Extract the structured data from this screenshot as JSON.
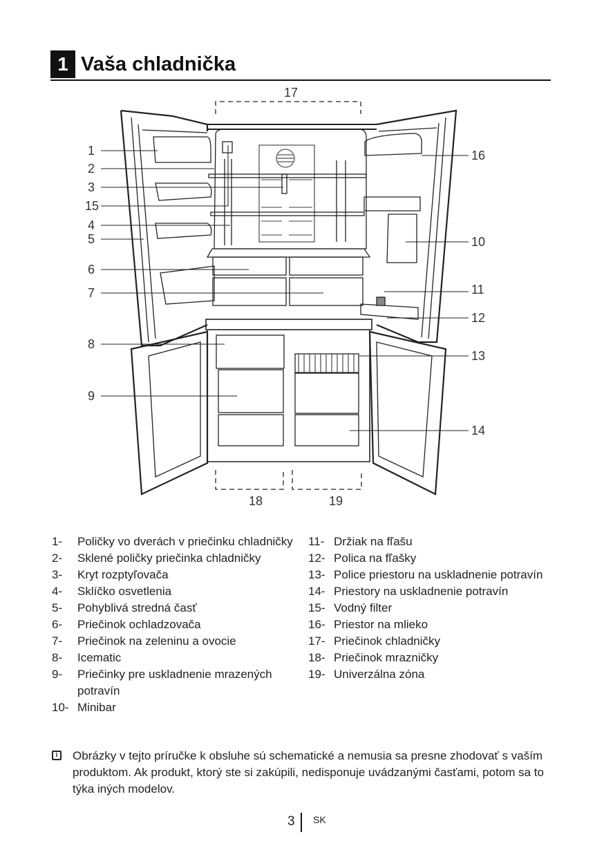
{
  "header": {
    "chapter_number": "1",
    "title": "Vaša chladnička"
  },
  "diagram": {
    "callouts": {
      "c1": "1",
      "c2": "2",
      "c3": "3",
      "c15": "15",
      "c4": "4",
      "c5": "5",
      "c6": "6",
      "c7": "7",
      "c8": "8",
      "c9": "9",
      "c16": "16",
      "c10": "10",
      "c11": "11",
      "c12": "12",
      "c13": "13",
      "c14": "14",
      "c17": "17",
      "c18": "18",
      "c19": "19"
    }
  },
  "legend": {
    "left": [
      {
        "num": "1-",
        "text": "Poličky vo dverách v priečinku chladničky"
      },
      {
        "num": "2-",
        "text": "Sklené poličky priečinka chladničky"
      },
      {
        "num": "3-",
        "text": "Kryt rozptyľovača"
      },
      {
        "num": "4-",
        "text": "Sklíčko osvetlenia"
      },
      {
        "num": "5-",
        "text": "Pohyblivá stredná časť"
      },
      {
        "num": "6-",
        "text": "Priečinok ochladzovača"
      },
      {
        "num": "7-",
        "text": "Priečinok na zeleninu a ovocie"
      },
      {
        "num": "8-",
        "text": "Icematic"
      },
      {
        "num": "9-",
        "text": "Priečinky pre uskladnenie mrazených potravín"
      },
      {
        "num": "10-",
        "text": "Minibar"
      }
    ],
    "right": [
      {
        "num": "11-",
        "text": "Držiak na fľašu"
      },
      {
        "num": "12-",
        "text": "Polica na fľašky"
      },
      {
        "num": "13-",
        "text": "Police priestoru na uskladnenie potravín"
      },
      {
        "num": "14-",
        "text": "Priestory na uskladnenie potravín"
      },
      {
        "num": "15-",
        "text": "Vodný filter"
      },
      {
        "num": "16-",
        "text": "Priestor na mlieko"
      },
      {
        "num": "17-",
        "text": "Priečinok chladničky"
      },
      {
        "num": "18-",
        "text": "Priečinok mrazničky"
      },
      {
        "num": "19-",
        "text": "Univerzálna zóna"
      }
    ]
  },
  "note": {
    "icon": "info-icon",
    "text": "Obrázky v tejto príručke k obsluhe sú schematické a nemusia sa presne zhodovať s vaším produktom. Ak produkt, ktorý ste si zakúpili, nedisponuje uvádzanými časťami, potom sa to týka iných modelov."
  },
  "footer": {
    "page_number": "3",
    "language": "SK"
  }
}
